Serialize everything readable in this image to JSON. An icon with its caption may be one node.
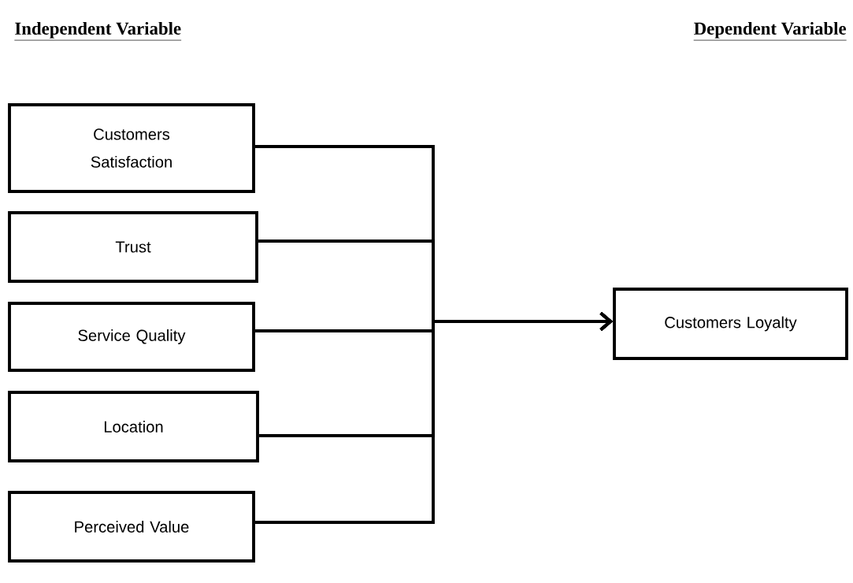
{
  "diagram": {
    "nodes": [
      {
        "text": [
          "Customers Satisfaction"
        ]
      },
      {
        "text": [
          "Trust"
        ]
      },
      {
        "text": [
          "Service Quality"
        ]
      },
      {
        "text": [
          "Location"
        ]
      },
      {
        "text": [
          "Perceived Value"
        ]
      },
      {
        "text": [
          "Customers Loyalty"
        ]
      }
    ],
    "edges": [
      {
        "from": 0,
        "to": 5,
        "arrow": "to"
      },
      {
        "from": 1,
        "to": 5,
        "arrow": "to"
      },
      {
        "from": 2,
        "to": 5,
        "arrow": "to"
      },
      {
        "from": 3,
        "to": 5,
        "arrow": "to"
      },
      {
        "from": 4,
        "to": 5,
        "arrow": "to"
      }
    ],
    "labels": [
      "Independent Variable",
      "Dependent Variable"
    ]
  }
}
